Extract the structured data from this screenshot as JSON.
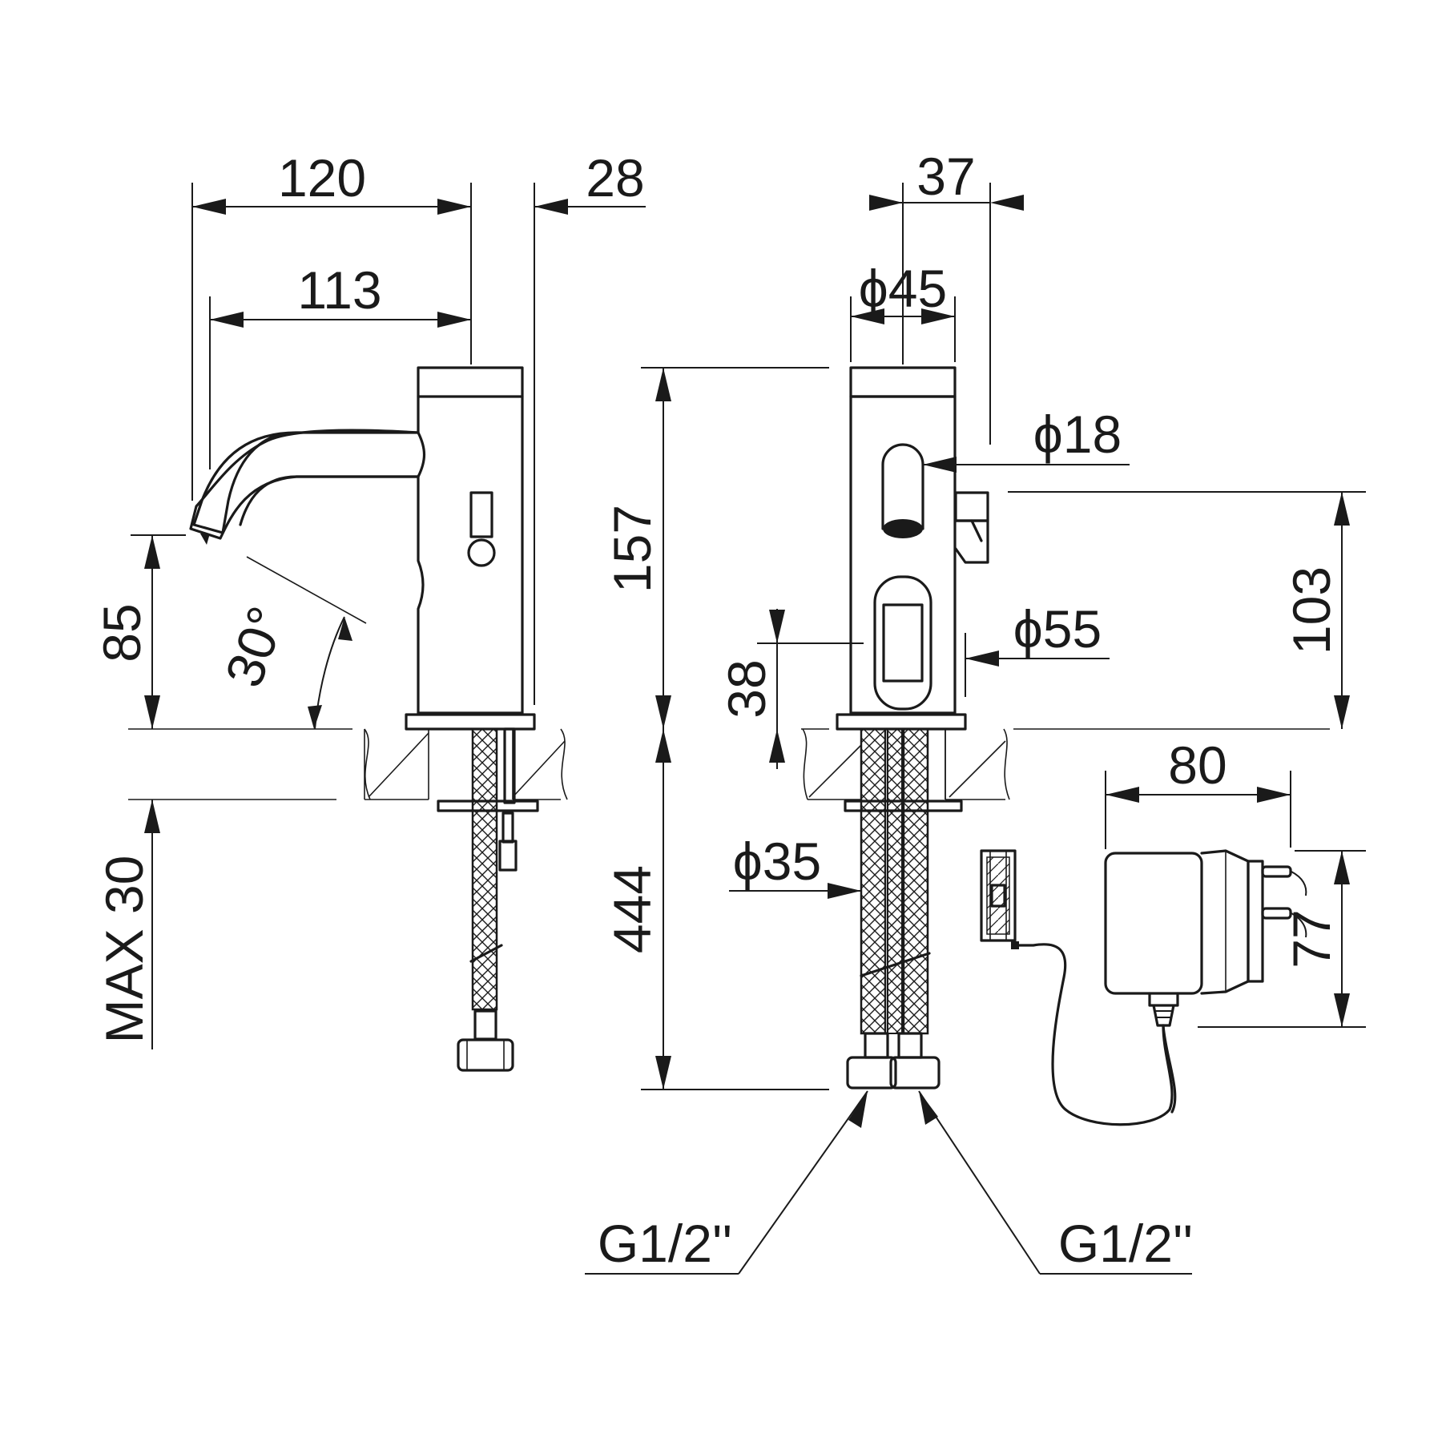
{
  "dimensions": {
    "spout_reach_outer": "120",
    "spout_reach_inner": "113",
    "base_offset": "28",
    "spout_height": "85",
    "spray_angle": "30°",
    "counter_thickness": "MAX 30",
    "front_offset": "37",
    "body_diameter": "ϕ45",
    "sensor_diameter": "ϕ18",
    "window_diameter": "ϕ55",
    "body_height": "157",
    "window_height": "38",
    "hose_length": "444",
    "hose_diameter": "ϕ35",
    "connection_height": "103",
    "adapter_width": "80",
    "adapter_height": "77",
    "thread_left": "G1/2''",
    "thread_right": "G1/2''"
  }
}
